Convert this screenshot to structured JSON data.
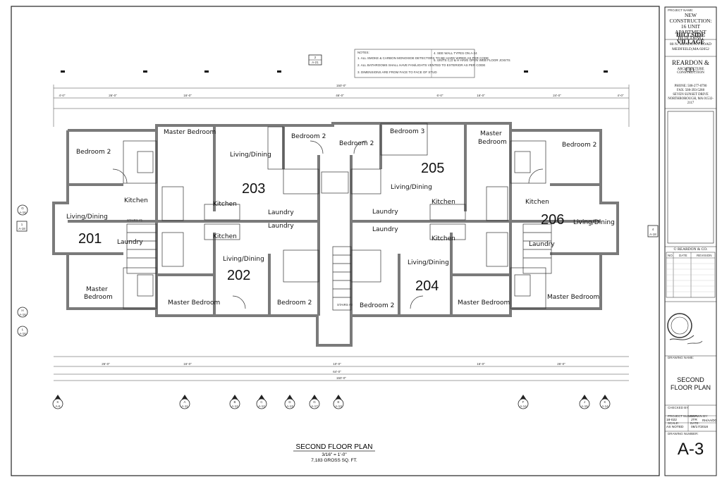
{
  "notes": {
    "heading": "NOTES:",
    "items": [
      "1.  ALL SMOKE & CARBON MONOXIDE DETECTORS TO BE HARD WIRED AS PER CODE",
      "2.  ALL BATHROOMS SHALL HAVE FAN/LIGHTS VENTED TO EXTERIOR AS PER CODE",
      "3.  DIMENSIONS ARE FROM FACE TO FACE OF STUD",
      "4.  SEE WALL TYPES ON A-24",
      "5.  UNITS C,D & H HAVE OPEN WEB FLOOR JOISTS"
    ]
  },
  "rooms": {
    "bedroom_2": "Bedroom 2",
    "bedroom_3": "Bedroom 3",
    "master_bedroom": "Master Bedroom",
    "master": "Master",
    "bedroom": "Bedroom",
    "living_dining": "Living/Dining",
    "kitchen": "Kitchen",
    "laundry": "Laundry",
    "stairs_1": "STAIRS #1",
    "stairs_2": "STAIRS #2"
  },
  "units": [
    "201",
    "202",
    "203",
    "204",
    "205",
    "206"
  ],
  "dimensions": {
    "overall_top": "150'-0\"",
    "overall_bottom": "150'-0\"",
    "seg_top": [
      "4'-0\"",
      "26'-0\"",
      "16'-0\"",
      "46'-0\"",
      "6'-0\"",
      "16'-0\"",
      "24'-0\"",
      "4'-0\""
    ],
    "seg_bottom": [
      "26'-0\"",
      "16'-0\"",
      "10'-0\"",
      "16'-0\"",
      "26'-0\""
    ],
    "mid_bottom": "64'-0\""
  },
  "section_markers": [
    {
      "letter": "K",
      "sheet": "A-6"
    },
    {
      "letter": "A",
      "sheet": "A-11"
    },
    {
      "letter": "B",
      "sheet": "A-12"
    },
    {
      "letter": "C",
      "sheet": "A-12"
    },
    {
      "letter": "D",
      "sheet": "A-13"
    },
    {
      "letter": "G",
      "sheet": "A-17"
    },
    {
      "letter": "E",
      "sheet": "A-13"
    },
    {
      "letter": "F",
      "sheet": "A-14"
    },
    {
      "letter": "J",
      "sheet": "A-15"
    },
    {
      "letter": "K",
      "sheet": "A-14"
    }
  ],
  "top_marker": {
    "letter": "2",
    "sheet": "A-21"
  },
  "left_markers": [
    {
      "letter": "G",
      "sheet": "A-16"
    },
    {
      "letter": "1",
      "sheet": "A-18"
    },
    {
      "letter": "H",
      "sheet": "A-16"
    },
    {
      "letter": "L",
      "sheet": "A-16"
    }
  ],
  "right_marker": {
    "letter": "4",
    "sheet": "A-18"
  },
  "title": {
    "name": "SECOND FLOOR PLAN",
    "scale": "3/16\" = 1'-0\"",
    "area": "7,183 GROSS SQ. FT."
  },
  "title_block": {
    "project_label": "PROJECT NAME:",
    "project": "NEW CONSTRUCTION: 16 UNIT APARTMENT BUILDING",
    "project_name": "HILLSIDE VILLAGE",
    "address1": "80 N. MEADOWS ROAD",
    "address2": "MEDFEILD,MA 02052",
    "firm": "REARDON & CO.",
    "firm_sub": "ARCHITECTURE CONSTRUCTION",
    "phone": "PHONE: 508-277-0790",
    "fax": "FAX: 508-393-5288",
    "street": "SEVEN SUNSET DRIVE",
    "city": "NORTHBOROUGH, MA 01532-2117",
    "copyright": "© REARDON & CO.",
    "rev_headers": [
      "NO.",
      "DATE",
      "REVISION"
    ],
    "drawing_label": "DRAWING NAME:",
    "drawing_name": "SECOND FLOOR PLAN",
    "project_no_label": "PROJECT NUMBER:",
    "project_no": "18-022",
    "drawn_by_label": "DRAWN BY:",
    "drawn_by": "JTR",
    "checked_label": "CHECKED BY:",
    "checked_by": "RH/AA/DG",
    "scale_label": "SCALE:",
    "scale": "AS NOTED",
    "date_label": "DATE:",
    "date": "08/17/2018",
    "sheet_label": "DRAWING NUMBER:",
    "sheet": "A-3"
  }
}
